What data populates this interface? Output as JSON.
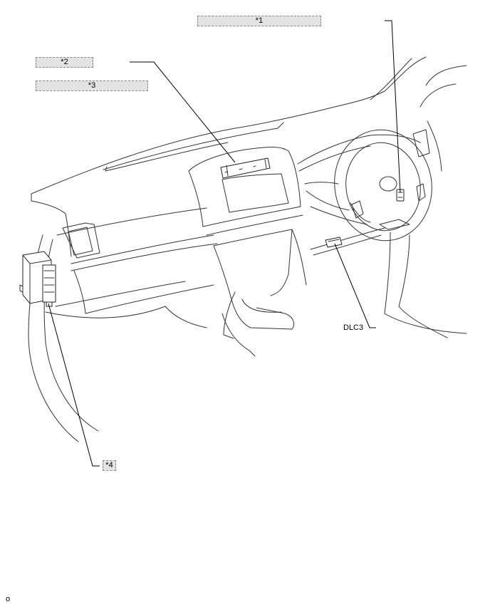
{
  "callouts": {
    "c1": "*1",
    "c2": "*2",
    "c3": "*3",
    "c4": "*4"
  },
  "labels": {
    "dlc3": "DLC3",
    "corner": "o"
  }
}
